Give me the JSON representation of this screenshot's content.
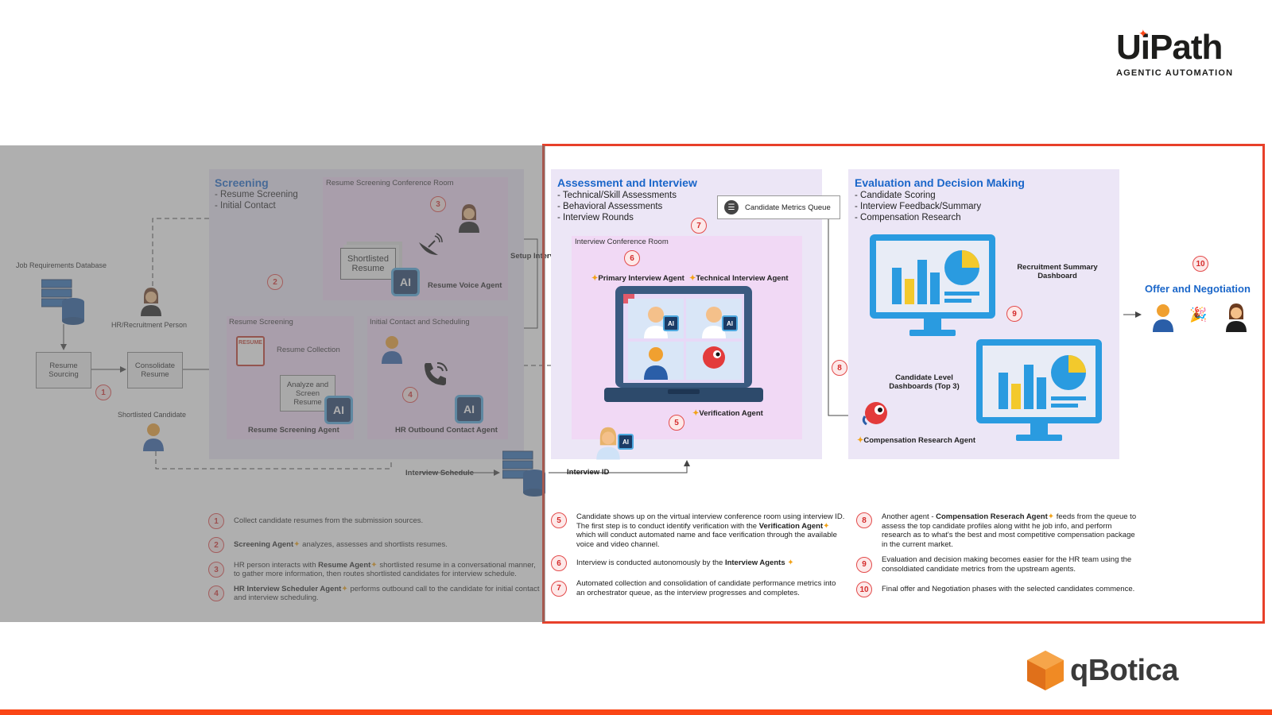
{
  "header": {
    "uipath_logo_text": "UiPath",
    "uipath_subtitle": "AGENTIC AUTOMATION",
    "qbotica_logo_text": "qBotica"
  },
  "colors": {
    "accent_orange": "#fa4616",
    "title_blue": "#1a66c9",
    "number_red": "#d42a2a",
    "panel_lavender": "#ece6f6",
    "panel_pink": "#f1d9f5"
  },
  "left": {
    "job_db_label": "Job Requirements Database",
    "hr_person_label": "HR/Recruitment Person",
    "resume_sourcing": "Resume Sourcing",
    "consolidate_resume": "Consolidate Resume",
    "shortlisted_candidate": "Shortlisted Candidate",
    "screening": {
      "title": "Screening",
      "items": [
        "- Resume Screening",
        "- Initial Contact"
      ]
    },
    "resume_screening_room": "Resume Screening Conference Room",
    "shortlisted_resume": "Shortlisted Resume",
    "resume_voice_agent": "Resume Voice Agent",
    "setup_interview": "Setup Interview",
    "resume_screening_sub": "Resume Screening",
    "resume_collection": "Resume Collection",
    "analyze_screen": "Analyze and Screen Resume",
    "resume_screening_agent": "Resume Screening Agent",
    "initial_contact_sub": "Initial Contact and Scheduling",
    "hr_outbound_agent": "HR Outbound Contact Agent",
    "interview_schedule": "Interview Schedule",
    "num1": "1",
    "num2": "2",
    "num3": "3",
    "num4": "4",
    "resume_doc_label": "RESUME"
  },
  "legend_left": [
    {
      "num": "1",
      "pre": "Collect candidate resumes from the submission sources.",
      "bold": "",
      "post": ""
    },
    {
      "num": "2",
      "pre": "",
      "bold": "Screening Agent",
      "post": " analyzes, assesses and shortlists resumes."
    },
    {
      "num": "3",
      "pre": "HR person interacts with ",
      "bold": "Resume Agent",
      "post": " shortlisted resume in a conversational manner, to gather more information, then routes shortlisted candidates for interview schedule."
    },
    {
      "num": "4",
      "pre": "",
      "bold": "HR Interview Scheduler Agent",
      "post": " performs outbound call to the candidate for initial contact and interview scheduling."
    }
  ],
  "assessment": {
    "title": "Assessment and Interview",
    "items": [
      "- Technical/Skill Assessments",
      "- Behavioral Assessments",
      "- Interview Rounds"
    ],
    "metrics_queue": "Candidate Metrics Queue",
    "room": "Interview Conference Room",
    "primary_agent": "Primary Interview Agent",
    "technical_agent": "Technical Interview Agent",
    "verification_agent": "Verification Agent",
    "interview_id": "Interview ID",
    "num5": "5",
    "num6": "6",
    "num7": "7",
    "ai": "AI"
  },
  "evaluation": {
    "title": "Evaluation and Decision Making",
    "items": [
      "- Candidate Scoring",
      "- Interview Feedback/Summary",
      "- Compensation Research"
    ],
    "summary_dashboard": "Recruitment Summary Dashboard",
    "candidate_dashboards": "Candidate Level Dashboards (Top 3)",
    "compensation_agent": "Compensation Research Agent",
    "num8": "8",
    "num9": "9"
  },
  "offer": {
    "title": "Offer and Negotiation",
    "num10": "10"
  },
  "legend_right_a": [
    {
      "num": "5",
      "pre": "Candidate shows up on the virtual interview conference room using interview ID. The first step is to conduct identify verification with the ",
      "bold": "Verification Agent",
      "post": " which will conduct automated name and face verification through the available voice and video channel."
    },
    {
      "num": "6",
      "pre": "Interview is conducted autonomously by the ",
      "bold": "Interview Agents",
      "post": ""
    },
    {
      "num": "7",
      "pre": "Automated collection and consolidation of candidate performance metrics into an orchestrator queue, as the interview progresses and completes.",
      "bold": "",
      "post": ""
    }
  ],
  "legend_right_b": [
    {
      "num": "8",
      "pre": "Another agent - ",
      "bold": "Compensation Reserach Agent",
      "post": " feeds from the queue to assess  the top candidate profiles along witht he job info, and perform research as to what's the best and most competitive compensation package in the current market."
    },
    {
      "num": "9",
      "pre": "Evaluation and decision making becomes easier for the HR team using the consoldiated candidate metrics from the upstream agents.",
      "bold": "",
      "post": ""
    },
    {
      "num": "10",
      "pre": "Final offer and Negotiation phases with the selected candidates commence.",
      "bold": "",
      "post": ""
    }
  ]
}
